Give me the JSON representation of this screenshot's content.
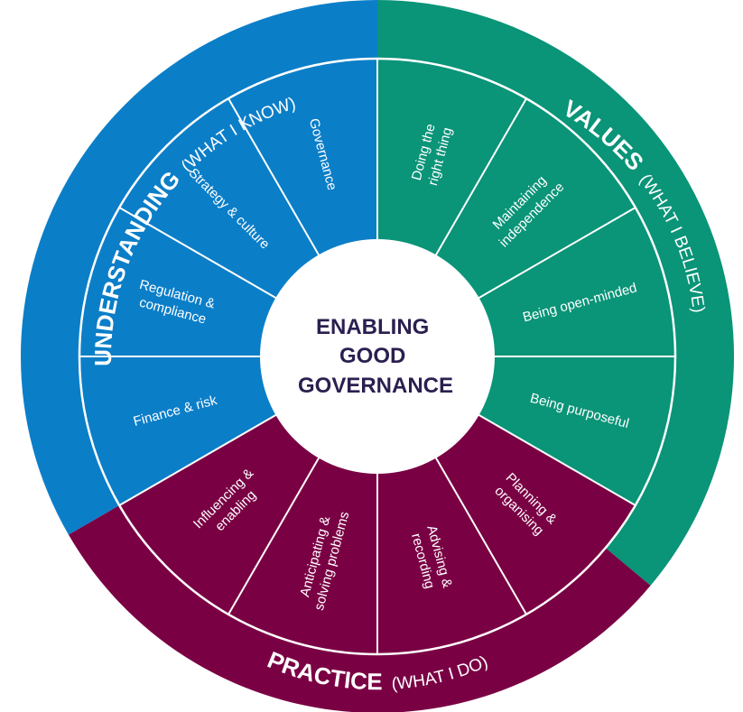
{
  "colors": {
    "understanding": "#0b7ec8",
    "values": "#0a9478",
    "practice": "#7a0044",
    "divider": "#ffffff",
    "center_fill": "#ffffff",
    "center_text": "#2b1f4f"
  },
  "center": {
    "lines": [
      "ENABLING",
      "GOOD",
      "GOVERNANCE"
    ]
  },
  "rings": {
    "understanding": {
      "main": "UNDERSTANDING",
      "sub": "(WHAT I KNOW)"
    },
    "values": {
      "main": "VALUES",
      "sub": "(WHAT I BELIEVE)"
    },
    "practice": {
      "main": "PRACTICE",
      "sub": "(WHAT I DO)"
    }
  },
  "segments": [
    {
      "id": "governance",
      "lines": [
        "Governance"
      ],
      "group": "understanding"
    },
    {
      "id": "strategy-culture",
      "lines": [
        "Strategy & culture"
      ],
      "group": "understanding"
    },
    {
      "id": "regulation-compliance",
      "lines": [
        "Regulation &",
        "compliance"
      ],
      "group": "understanding"
    },
    {
      "id": "finance-risk",
      "lines": [
        "Finance & risk"
      ],
      "group": "understanding"
    },
    {
      "id": "influencing-enabling",
      "lines": [
        "Influencing &",
        "enabling"
      ],
      "group": "practice"
    },
    {
      "id": "anticipating-solving",
      "lines": [
        "Anticipating &",
        "solving problems"
      ],
      "group": "practice"
    },
    {
      "id": "advising-recording",
      "lines": [
        "Advising &",
        "recording"
      ],
      "group": "practice"
    },
    {
      "id": "planning-organising",
      "lines": [
        "Planning &",
        "organising"
      ],
      "group": "practice"
    },
    {
      "id": "being-purposeful",
      "lines": [
        "Being purposeful"
      ],
      "group": "values"
    },
    {
      "id": "being-open-minded",
      "lines": [
        "Being open-minded"
      ],
      "group": "values"
    },
    {
      "id": "maintaining-independence",
      "lines": [
        "Maintaining",
        "independence"
      ],
      "group": "values"
    },
    {
      "id": "doing-right-thing",
      "lines": [
        "Doing the",
        "right thing"
      ],
      "group": "values"
    }
  ]
}
